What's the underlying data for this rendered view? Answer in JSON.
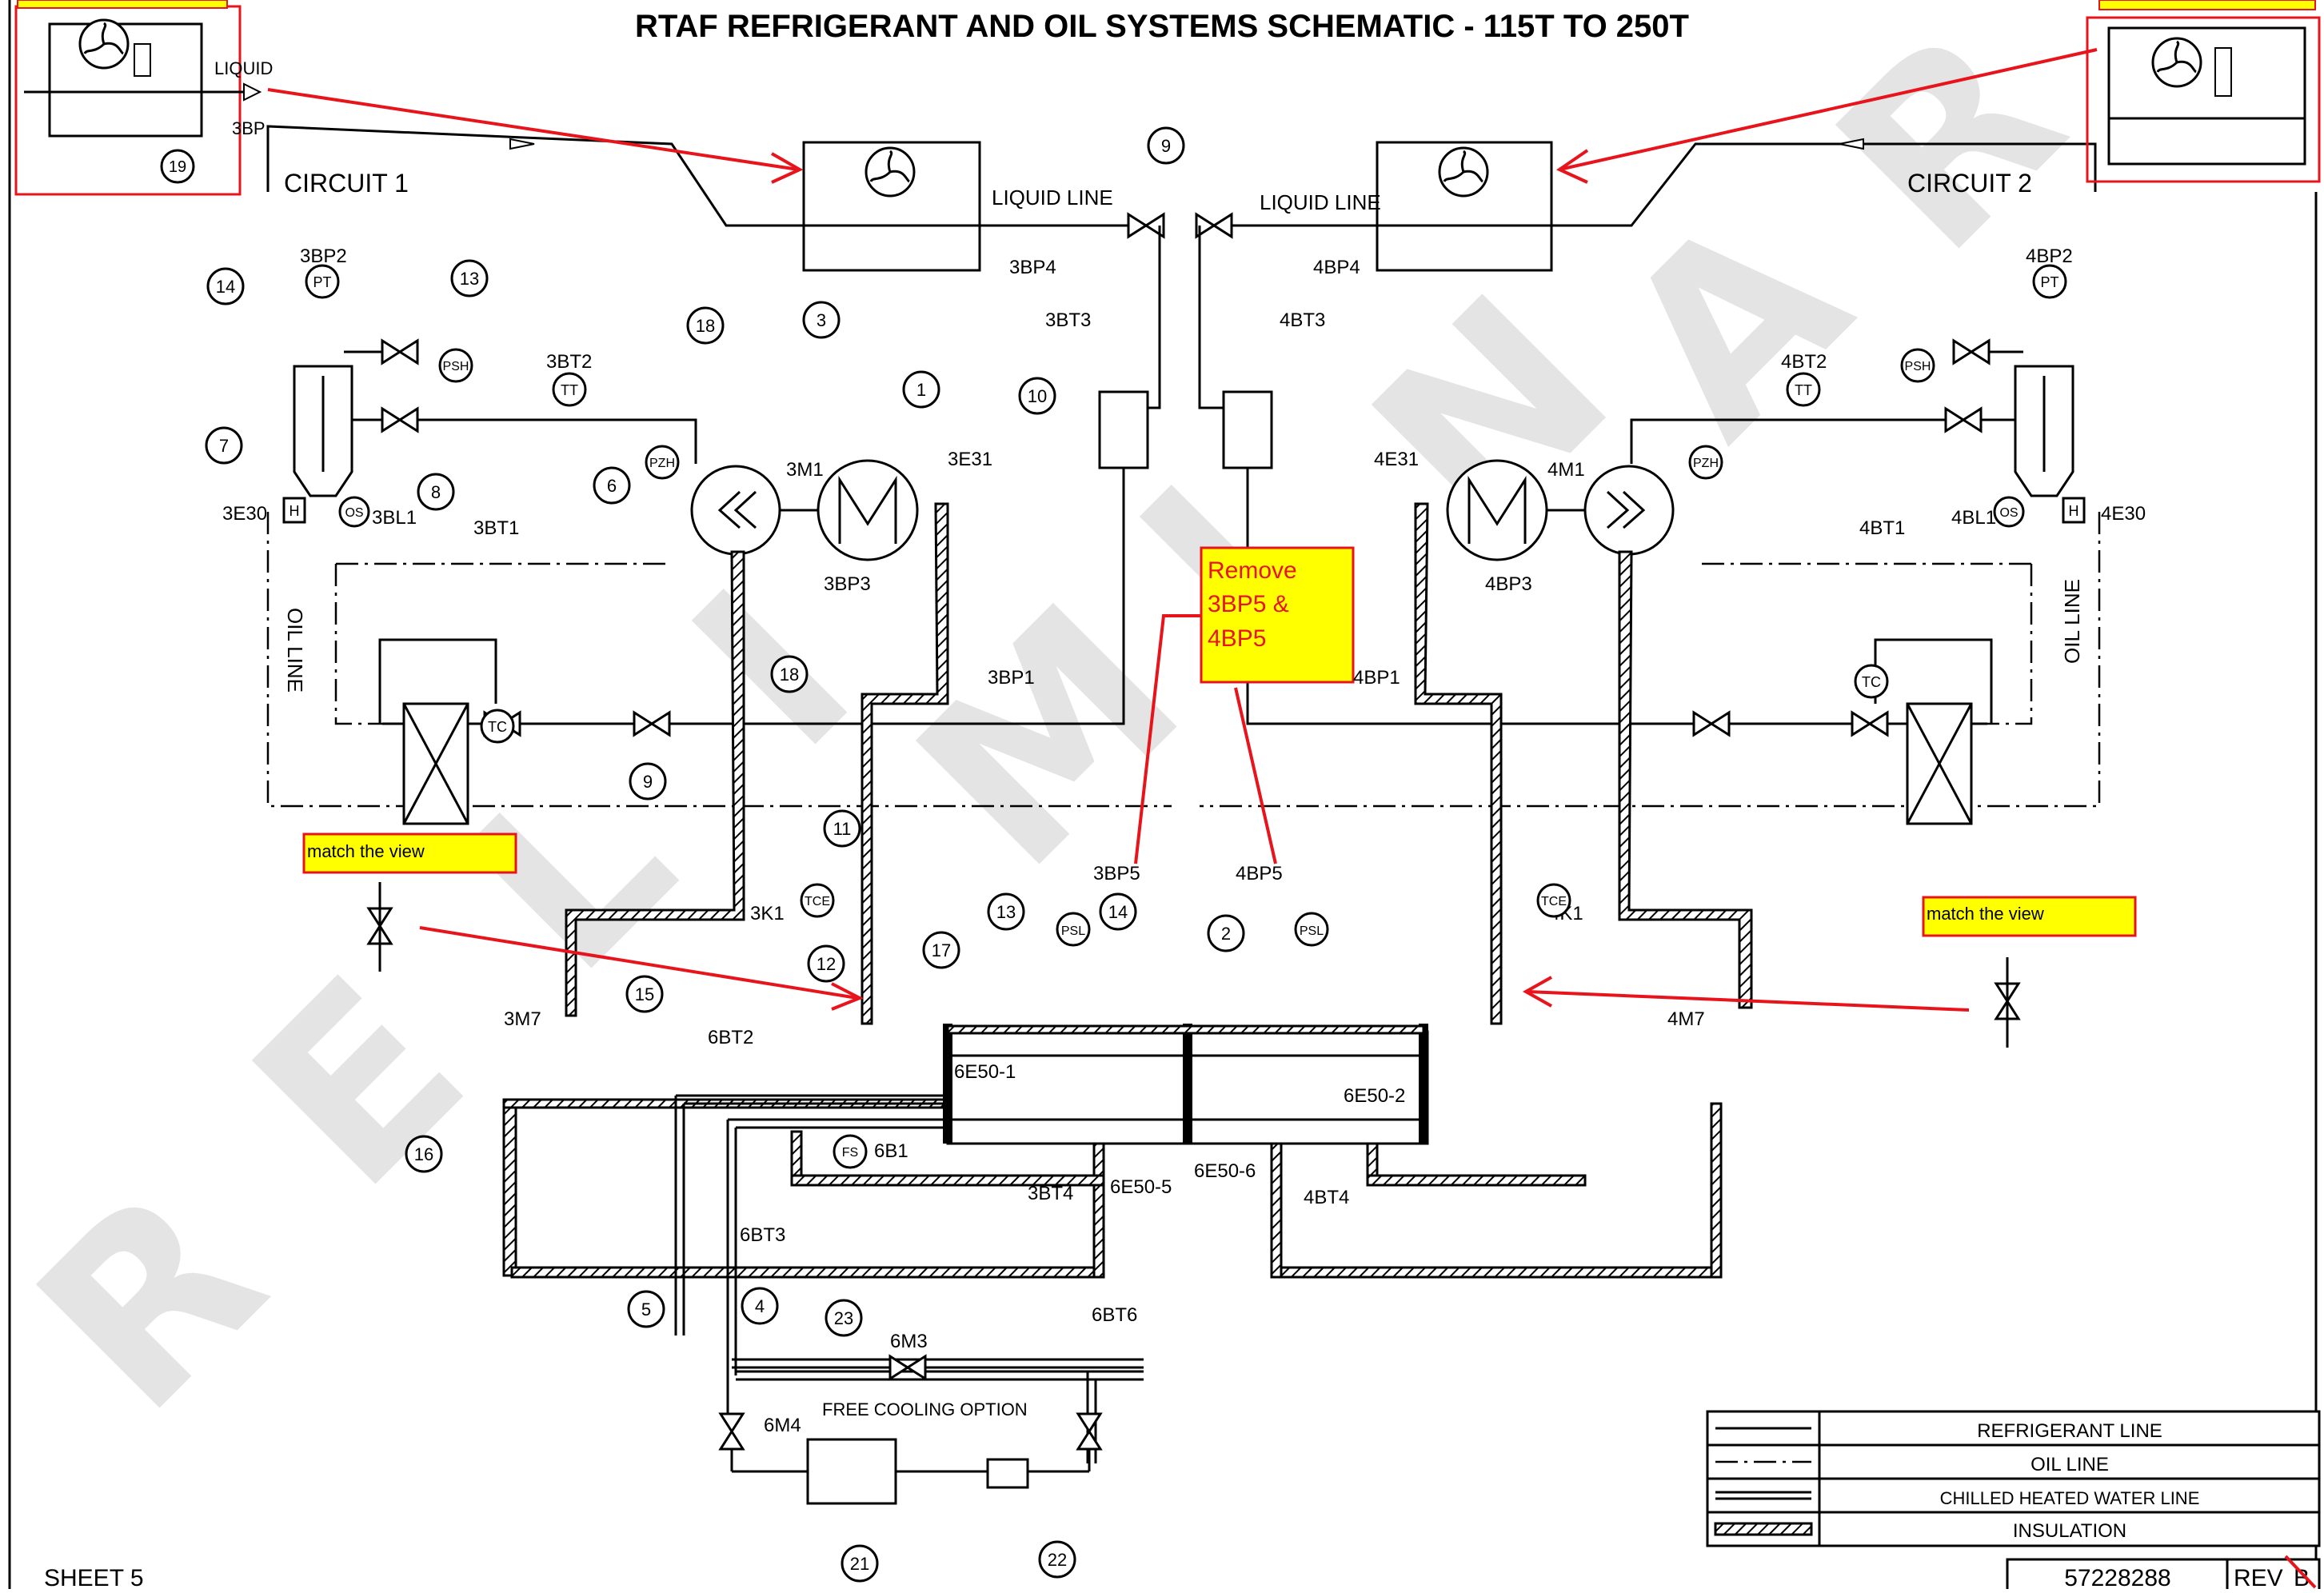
{
  "title": "RTAF REFRIGERANT AND OIL SYSTEMS SCHEMATIC - 115T TO 250T",
  "watermark": [
    "R",
    "E",
    "L",
    "I",
    "M",
    "I",
    "N",
    "A",
    "R"
  ],
  "circuits": {
    "left": "CIRCUIT  1",
    "right": "CIRCUIT  2"
  },
  "line_labels": {
    "liquid_left": "LIQUID  LINE",
    "liquid_right": "LIQUID  LINE",
    "oil_left": "OIL  LINE",
    "oil_right": "OIL  LINE",
    "free_cooling": "FREE  COOLING  OPTION",
    "inset_liquid": "LIQUID",
    "inset_3bp": "3BP"
  },
  "tags_left": [
    "3BP2",
    "3BT2",
    "3E30",
    "3BL1",
    "3BT1",
    "3M1",
    "3E31",
    "3BP3",
    "3BP1",
    "3BP4",
    "3BT3",
    "3K1",
    "3M7",
    "3BP5",
    "6BT2",
    "6BT3",
    "6B1",
    "3BT4"
  ],
  "tags_right": [
    "4BP2",
    "4BT2",
    "4E30",
    "4BL1",
    "4BT1",
    "4M1",
    "4E31",
    "4BP3",
    "4BP1",
    "4BP4",
    "4BT3",
    "4K1",
    "4M7",
    "4BP5",
    "4BT4",
    "6BT6",
    "6M3",
    "6M4"
  ],
  "evaporator": {
    "tag1": "6E50-1",
    "tag2": "6E50-2",
    "tag5": "6E50-5",
    "tag6": "6E50-6"
  },
  "instrument_codes": [
    "PT",
    "TT",
    "PSH",
    "PZH",
    "OS",
    "H",
    "TC",
    "TCE",
    "PSL",
    "FS"
  ],
  "callouts": [
    "1",
    "2",
    "3",
    "4",
    "5",
    "6",
    "7",
    "8",
    "9",
    "10",
    "11",
    "12",
    "13",
    "14",
    "15",
    "16",
    "17",
    "18",
    "19",
    "21",
    "22",
    "23"
  ],
  "annotations": {
    "remove_note": [
      "Remove",
      "3BP5 &",
      "4BP5"
    ],
    "match_view_left": "match the view",
    "match_view_right": "match the view"
  },
  "legend": [
    {
      "label": "REFRIGERANT  LINE"
    },
    {
      "label": "OIL  LINE"
    },
    {
      "label": "CHILLED  HEATED  WATER  LINE"
    },
    {
      "label": "INSULATION"
    }
  ],
  "footer": {
    "sheet": "SHEET  5",
    "doc_number": "57228288",
    "rev_label": "REV",
    "rev_value": "B"
  },
  "colors": {
    "markup_red": "#e8141c",
    "note_yellow": "#ffff00",
    "watermark": "#cfcfcf"
  }
}
